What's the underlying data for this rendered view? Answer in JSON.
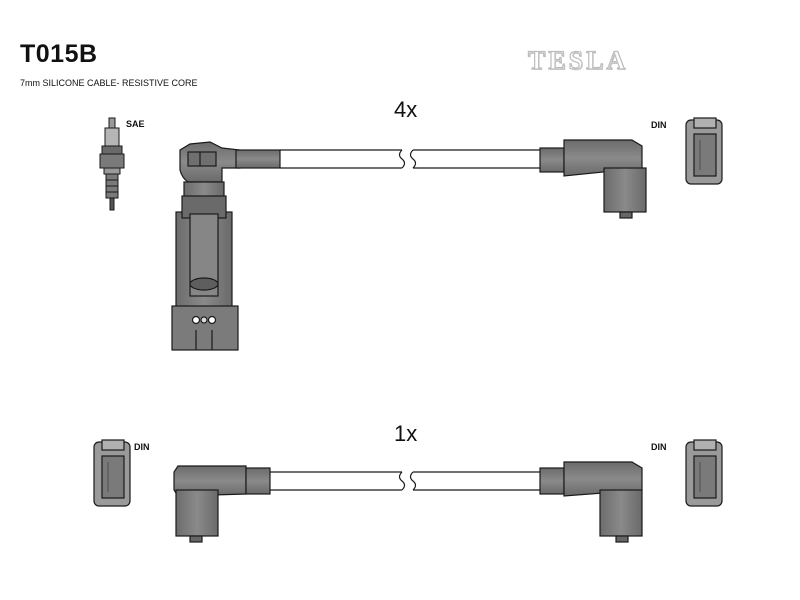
{
  "header": {
    "part_number": "T015B",
    "subtitle": "7mm SILICONE CABLE- RESISTIVE CORE",
    "brand": "TESLA"
  },
  "set_top": {
    "quantity": "4x",
    "left_label": "SAE",
    "right_label": "DIN"
  },
  "set_bottom": {
    "quantity": "1x",
    "left_label": "DIN",
    "right_label": "DIN"
  },
  "colors": {
    "boot": "#7a7a7a",
    "boot_dark": "#5a5a5a",
    "cable": "#ffffff",
    "outline": "#1a1a1a",
    "logo_outline": "#bdbdbd"
  }
}
